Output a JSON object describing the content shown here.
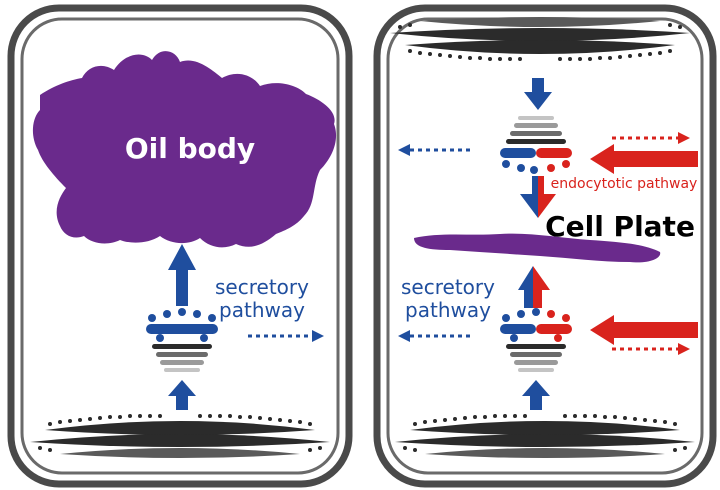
{
  "labels": {
    "oil_body": "Oil body",
    "secretory_left_line1": "secretory",
    "secretory_left_line2": "pathway",
    "secretory_right_line1": "secretory",
    "secretory_right_line2": "pathway",
    "endocytotic": "endocytotic pathway",
    "cell_plate": "Cell Plate"
  },
  "colors": {
    "cell_wall": "#4a4a4a",
    "secretory": "#1f4e9e",
    "endocytotic": "#d9231d",
    "oil_body": "#6a2a8c",
    "cell_plate": "#6a2a8c",
    "er": "#2b2b2b"
  },
  "icons": [
    "er-icon",
    "golgi-icon",
    "arrow-icon"
  ]
}
